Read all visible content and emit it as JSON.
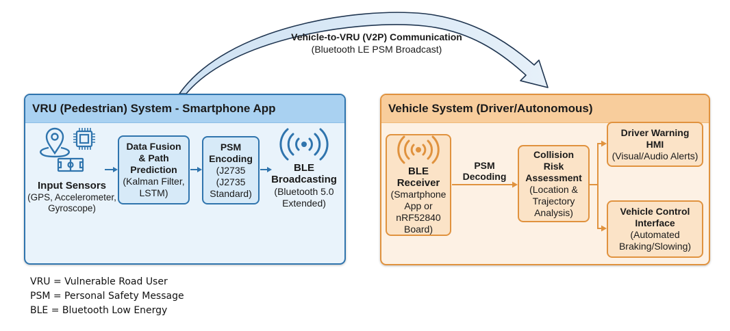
{
  "top_link": {
    "title": "Vehicle-to-VRU (V2P) Communication",
    "subtitle": "(Bluetooth LE PSM Broadcast)"
  },
  "vru_panel": {
    "title": "VRU (Pedestrian) System - Smartphone App",
    "input_sensors": {
      "title": "Input Sensors",
      "detail_lines": [
        "(GPS, Accelerometer,",
        "Gyroscope)"
      ],
      "icons": [
        "location-pin-icon",
        "chip-icon",
        "sensor-board-icon"
      ]
    },
    "data_fusion": {
      "title_lines": [
        "Data Fusion",
        "& Path",
        "Prediction"
      ],
      "detail_lines": [
        "(Kalman Filter,",
        "LSTM)"
      ]
    },
    "psm_encoding": {
      "title_lines": [
        "PSM",
        "Encoding"
      ],
      "detail_lines": [
        "(J2735",
        "(J2735",
        "Standard)"
      ]
    },
    "ble_broadcasting": {
      "icon": "wireless-signal-icon",
      "title_lines": [
        "BLE",
        "Broadcasting"
      ],
      "detail_lines": [
        "(Bluetooth 5.0",
        "Extended)"
      ]
    }
  },
  "vehicle_panel": {
    "title": "Vehicle System (Driver/Autonomous)",
    "ble_receiver": {
      "icon": "wireless-signal-icon",
      "title_lines": [
        "BLE",
        "Receiver"
      ],
      "detail_lines": [
        "(Smartphone",
        "App or",
        "nRF52840",
        "Board)"
      ]
    },
    "psm_decoding": {
      "label_lines": [
        "PSM",
        "Decoding"
      ]
    },
    "collision_risk": {
      "title_lines": [
        "Collision",
        "Risk",
        "Assessment"
      ],
      "detail_lines": [
        "(Location &",
        "Trajectory",
        "Analysis)"
      ]
    },
    "driver_warning": {
      "title_lines": [
        "Driver Warning",
        "HMI"
      ],
      "detail_lines": [
        "(Visual/Audio Alerts)"
      ]
    },
    "vehicle_control": {
      "title_lines": [
        "Vehicle Control",
        "Interface"
      ],
      "detail_lines": [
        "(Automated",
        "Braking/Slowing)"
      ]
    }
  },
  "legend": [
    "VRU = Vulnerable Road User",
    "PSM = Personal Safety Message",
    "BLE = Bluetooth Low Energy"
  ],
  "colors": {
    "vru_border": "#2f74ad",
    "vru_header": "#a9d1f1",
    "vru_fill": "#e9f3fb",
    "vehicle_border": "#e0923e",
    "vehicle_header": "#f8cd9c",
    "vehicle_fill": "#fdf1e4"
  }
}
